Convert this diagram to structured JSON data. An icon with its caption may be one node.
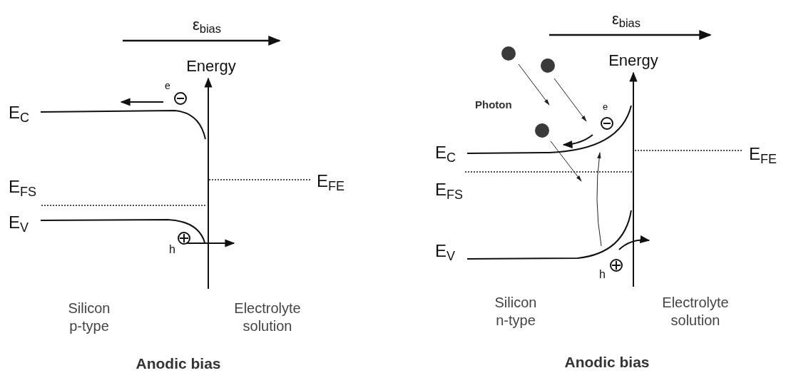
{
  "diagram": {
    "labels": [
      "ε$_{bias}$",
      "Energy",
      "e",
      "E$_{C}$",
      "E$_{FS}$",
      "E$_{FE}$",
      "E$_{V}$",
      "h",
      "Silicon p-type",
      "Electrolyte solution",
      "Anodic bias",
      "ε$_{bias}$",
      "Energy",
      "Photon",
      "e",
      "E$_{C}$",
      "E$_{FE}$",
      "E$_{FS}$",
      "E$_{V}$",
      "h",
      "Silicon n-type",
      "Electrolyte solution",
      "Anodic bias"
    ]
  }
}
